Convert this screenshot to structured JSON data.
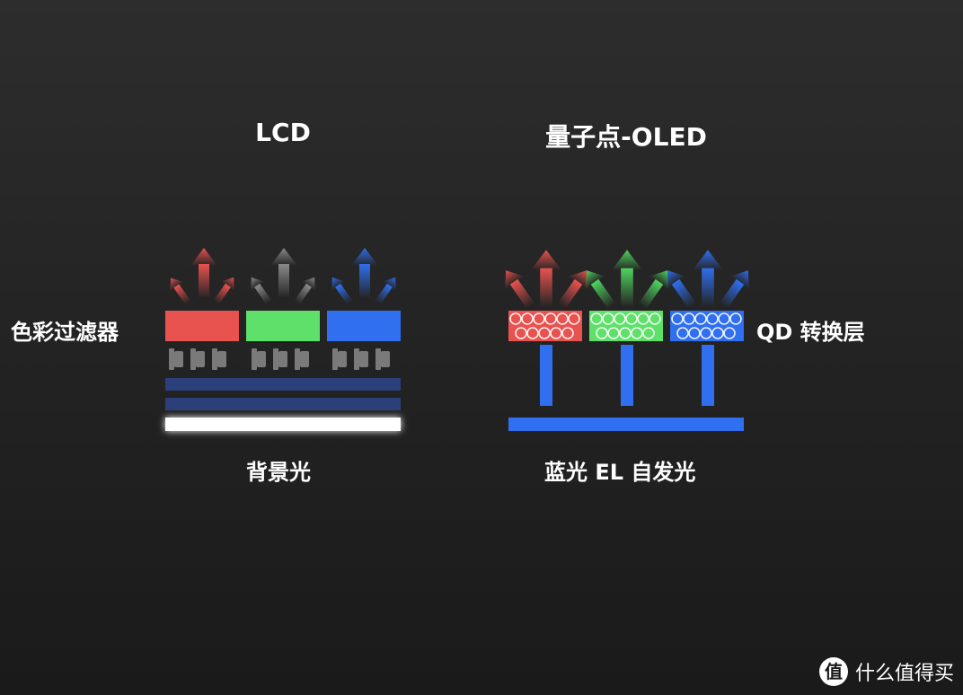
{
  "lcd": {
    "title": "LCD",
    "label_filter": "色彩过滤器",
    "label_backlight": "背景光"
  },
  "qd_oled": {
    "title": "量子点-OLED",
    "label_layer": "QD 转换层",
    "label_emitter": "蓝光 EL 自发光"
  },
  "colors": {
    "red": "#e8524f",
    "green": "#5fe06a",
    "blue": "#2f6ff0",
    "gray": "#7a7a7a",
    "dark_blue": "#2b3f7a",
    "white": "#ffffff"
  },
  "watermark": {
    "icon": "smzdm-logo-icon",
    "text": "什么值得买"
  }
}
